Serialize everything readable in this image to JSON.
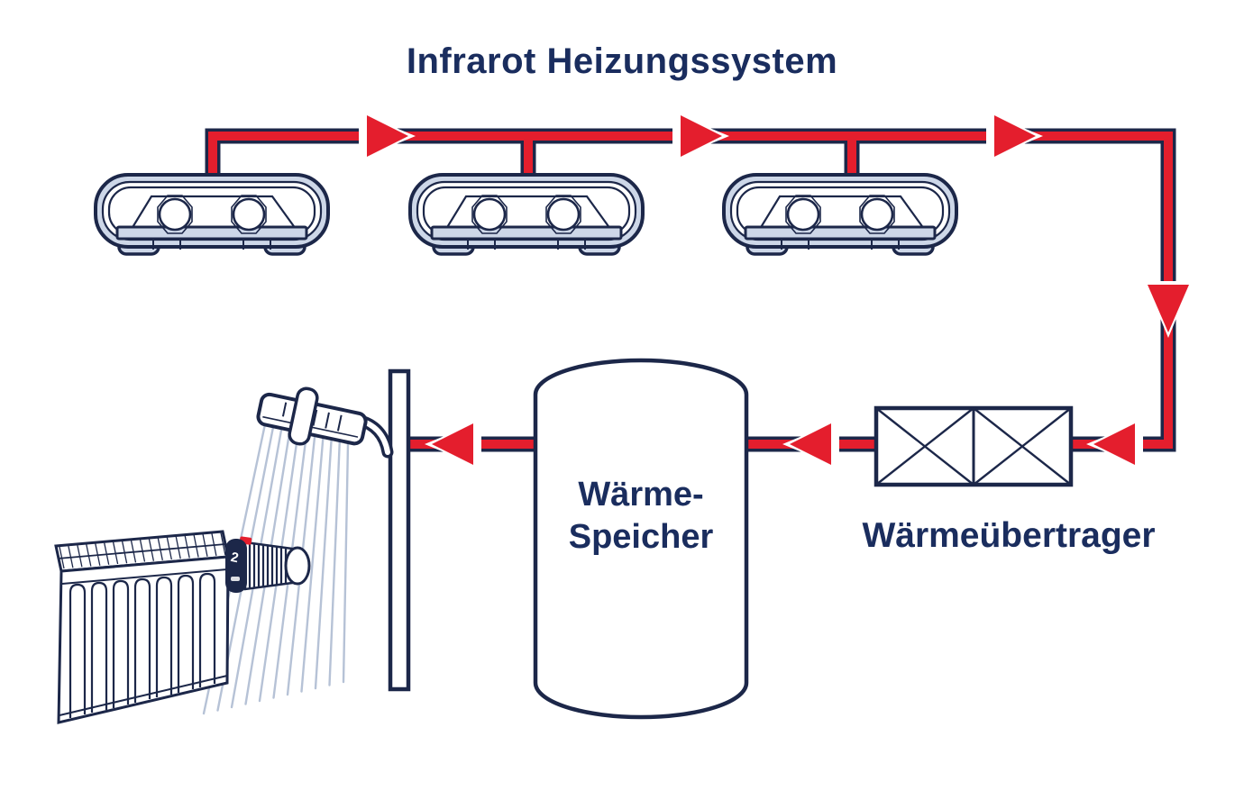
{
  "title": "Infrarot Heizungssystem",
  "diagram": {
    "storage_tank_label_line1": "Wärme-",
    "storage_tank_label_line2": "Speicher",
    "heat_exchanger_label": "Wärmeübertrager",
    "thermostat_dial_value": "2"
  },
  "colors": {
    "navy": "#1c2749",
    "text": "#1a2d5e",
    "red": "#e41e2d",
    "panel": "#cdd7e8",
    "spray": "#b6c2d6",
    "bg": "#ffffff"
  }
}
